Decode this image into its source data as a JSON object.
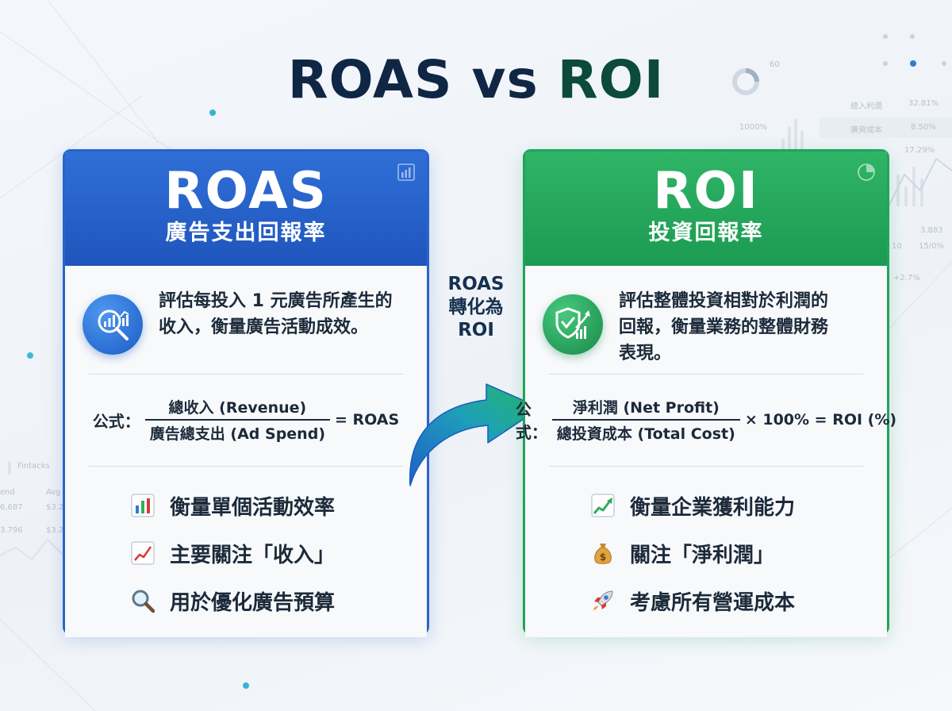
{
  "title": {
    "left": "ROAS",
    "vs": "vs",
    "right": "ROI"
  },
  "connector": {
    "line1": "ROAS",
    "line2": "轉化為",
    "line3": "ROI"
  },
  "roas": {
    "name": "ROAS",
    "subtitle": "廣告支出回報率",
    "description_line1": "評估每投入 1 元廣告所產生的",
    "description_line2": "收入，衡量廣告活動成效。",
    "formula": {
      "label": "公式：",
      "numerator": "總收入 (Revenue)",
      "denominator": "廣告總支出 (Ad Spend)",
      "result": "= ROAS"
    },
    "points": [
      {
        "icon": "bar-chart-icon",
        "text": "衡量單個活動效率"
      },
      {
        "icon": "line-chart-icon",
        "text": "主要關注「收入」"
      },
      {
        "icon": "magnifier-icon",
        "text": "用於優化廣告預算"
      }
    ],
    "accent": "#2a64c9"
  },
  "roi": {
    "name": "ROI",
    "subtitle": "投資回報率",
    "description_line1": "評估整體投資相對於利潤的",
    "description_line2": "回報，衡量業務的整體財務",
    "description_line3": "表現。",
    "formula": {
      "label": "公式：",
      "numerator": "淨利潤 (Net Profit)",
      "denominator": "總投資成本 (Total Cost)",
      "result": "× 100% = ROI (%)"
    },
    "points": [
      {
        "icon": "growth-chart-icon",
        "text": "衡量企業獲利能力"
      },
      {
        "icon": "money-bag-icon",
        "text": "關注「淨利潤」"
      },
      {
        "icon": "rocket-icon",
        "text": "考慮所有營運成本"
      }
    ],
    "accent": "#22a35a"
  },
  "background": {
    "right_rows": [
      {
        "label": "總入利潤",
        "value": "32.81%"
      },
      {
        "label": "廣資成本",
        "value": "8.50%"
      },
      {
        "label": "",
        "value": "17.29%"
      }
    ],
    "right_misc": [
      "60",
      "1000%",
      "3.883",
      "15/0%",
      "10",
      "+2.7%"
    ],
    "left_misc": [
      "Fintacks",
      "end",
      "Avg",
      "6,687",
      "$3.2",
      "3.796",
      "$3.2"
    ]
  }
}
